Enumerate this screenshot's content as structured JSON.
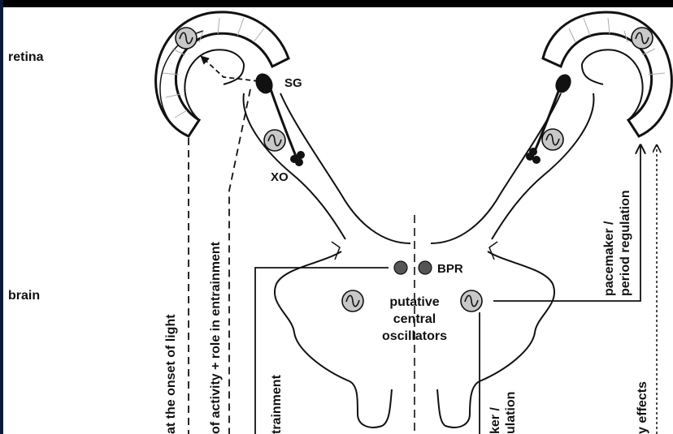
{
  "labels": {
    "retina": "retina",
    "brain": "brain",
    "sg": "SG",
    "xo": "XO",
    "bpr": "BPR",
    "central_line1": "putative",
    "central_line2": "central",
    "central_line3": "oscillators",
    "pacemaker_line1": "pacemaker /",
    "pacemaker_line2": "period regulation",
    "onset_light": "at the onset of light",
    "activity_role": "of activity + role in entrainment",
    "entrainment_cut": "trainment",
    "maker_cut": "ker /",
    "ulation_cut": "ulation",
    "effects_cut": "y effects"
  },
  "colors": {
    "stroke": "#111111",
    "oscillator_fill": "#c8c8c8",
    "bpr_fill": "#555555",
    "background": "#ffffff",
    "frame": "#000000"
  },
  "icons": {
    "oscillator": "sine-wave-icon"
  }
}
